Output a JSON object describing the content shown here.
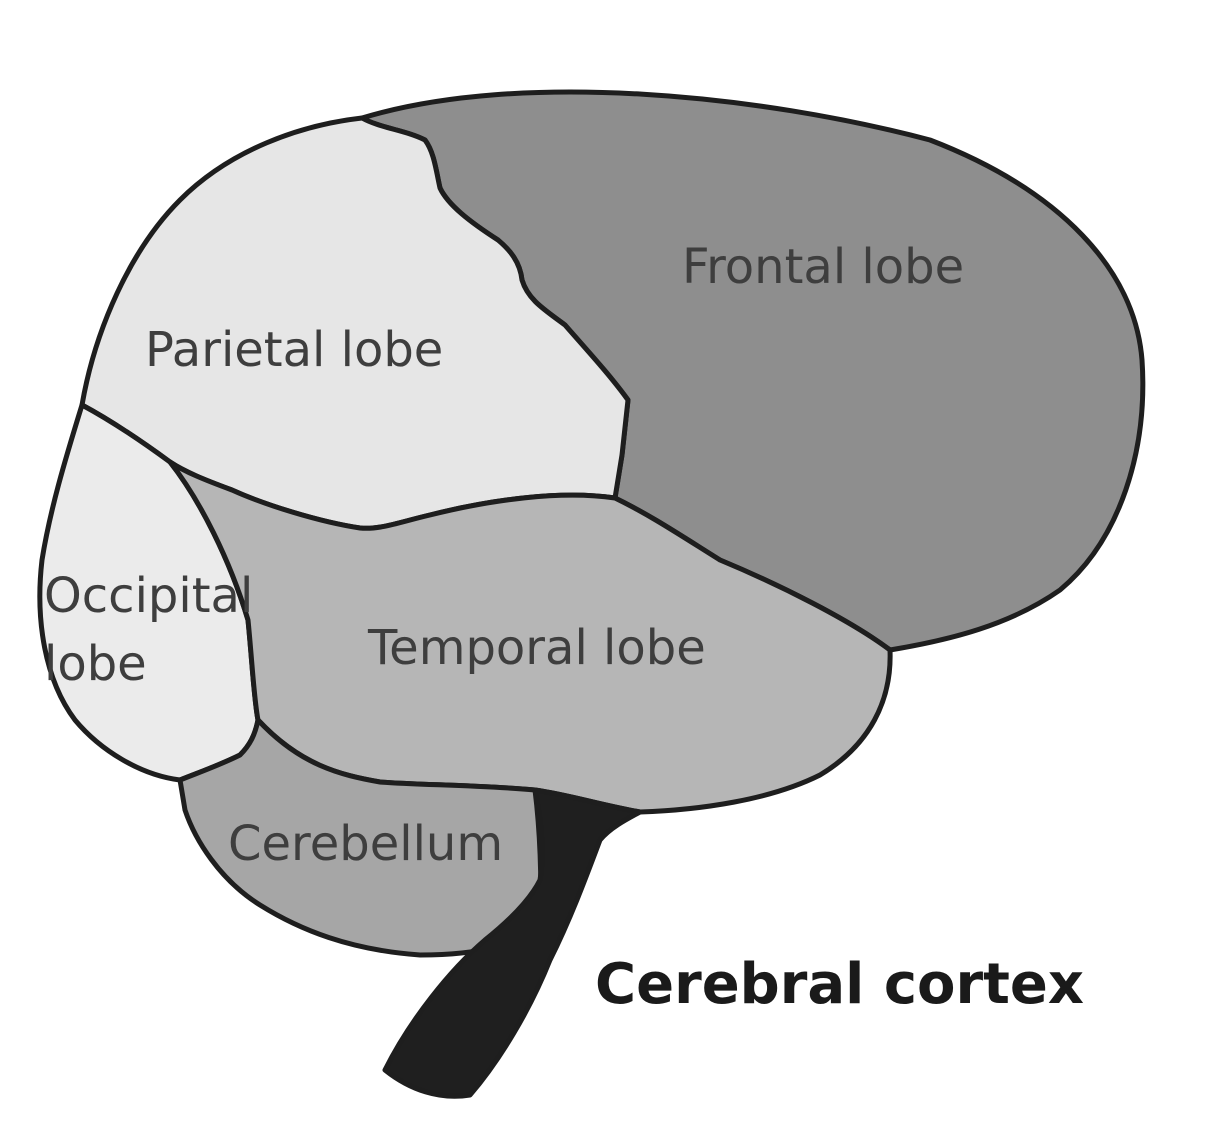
{
  "colors": {
    "frontal": "#8e8e8e",
    "parietal": "#e6e6e6",
    "occipital": "#ebebeb",
    "temporal": "#b6b6b6",
    "cerebellum": "#a6a6a6",
    "brainstem": "#1f1f1f",
    "outline": "#1e1e1e"
  },
  "labels": {
    "frontal": "Frontal lobe",
    "parietal": "Parietal lobe",
    "occipital_line1": "Occipital",
    "occipital_line2": "lobe",
    "temporal": "Temporal lobe",
    "cerebellum": "Cerebellum"
  },
  "caption": "Cerebral cortex"
}
